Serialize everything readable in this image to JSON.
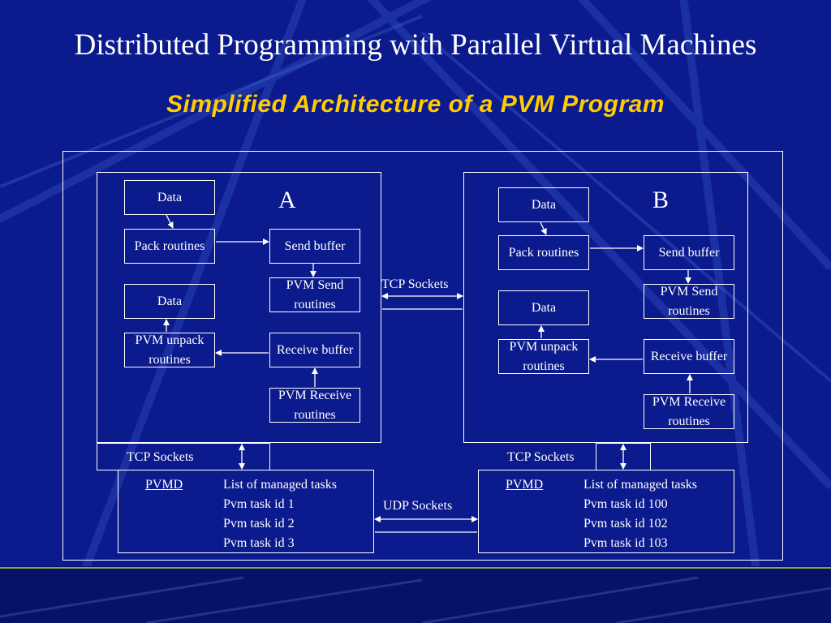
{
  "title": "Distributed Programming with Parallel Virtual Machines",
  "subtitle": "Simplified Architecture of a PVM Program",
  "colors": {
    "background": "#0b1a8c",
    "title": "#ffffff",
    "subtitle": "#ffcc00",
    "lines": "#ffffff"
  },
  "machine_a": {
    "label": "A",
    "data_top": "Data",
    "pack": "Pack routines",
    "send_buffer": "Send buffer",
    "pvm_send": "PVM Send routines",
    "data_bottom": "Data",
    "pvm_unpack": "PVM unpack routines",
    "receive_buffer": "Receive buffer",
    "pvm_receive": "PVM Receive routines"
  },
  "machine_b": {
    "label": "B",
    "data_top": "Data",
    "pack": "Pack routines",
    "send_buffer": "Send buffer",
    "pvm_send": "PVM Send routines",
    "data_bottom": "Data",
    "pvm_unpack": "PVM unpack routines",
    "receive_buffer": "Receive buffer",
    "pvm_receive": "PVM Receive routines"
  },
  "links": {
    "tcp_between": "TCP Sockets",
    "tcp_a": "TCP Sockets",
    "tcp_b": "TCP Sockets",
    "udp": "UDP Sockets"
  },
  "pvmd_a": {
    "label": "PVMD",
    "list_title": "List of managed tasks",
    "tasks": [
      "Pvm task id 1",
      "Pvm task id 2",
      "Pvm task id 3"
    ]
  },
  "pvmd_b": {
    "label": "PVMD",
    "list_title": "List of managed tasks",
    "tasks": [
      "Pvm task id 100",
      "Pvm task id 102",
      "Pvm task id 103"
    ]
  }
}
